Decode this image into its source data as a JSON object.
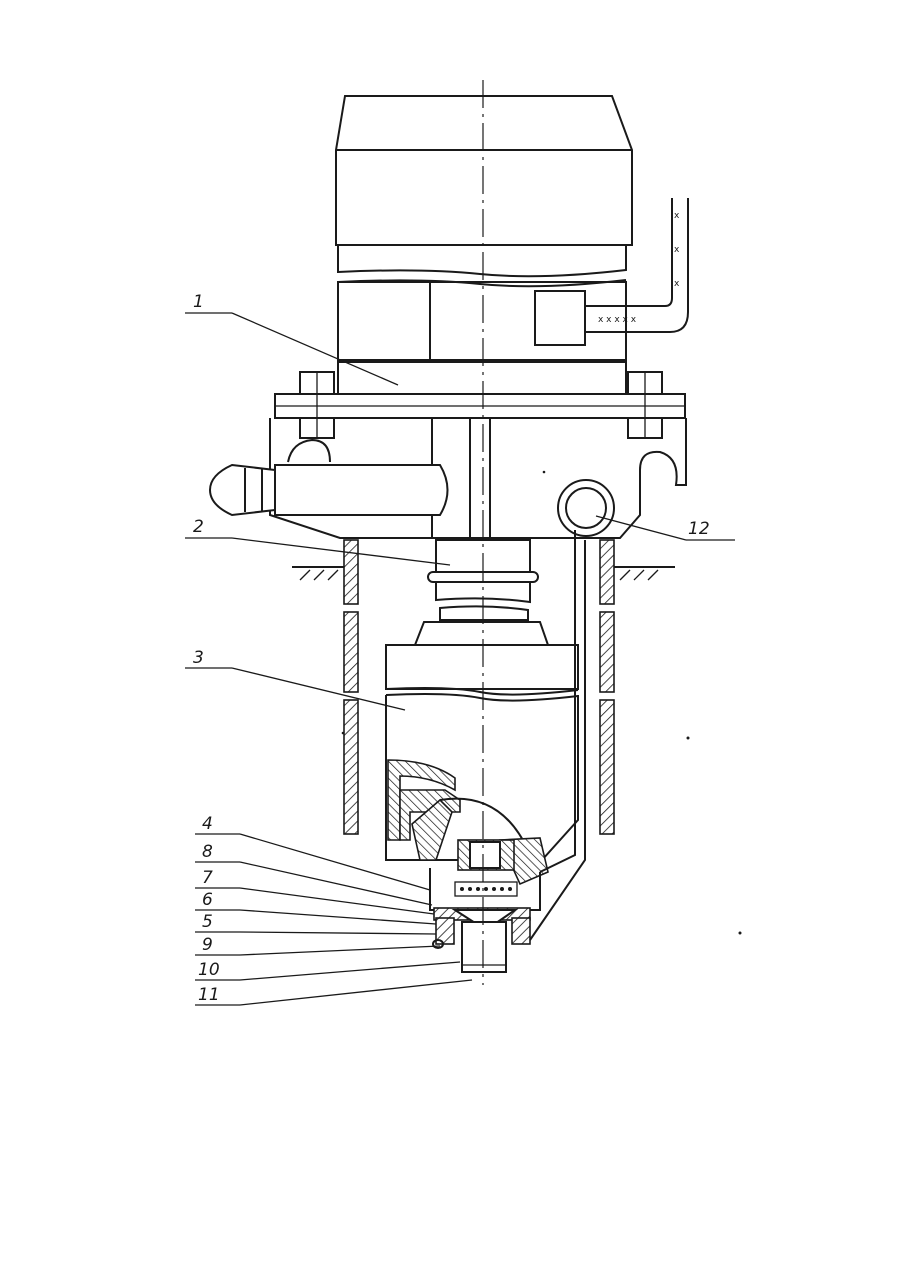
{
  "drawing": {
    "callouts": [
      {
        "id": "1",
        "text": "1"
      },
      {
        "id": "2",
        "text": "2"
      },
      {
        "id": "3",
        "text": "3"
      },
      {
        "id": "4",
        "text": "4"
      },
      {
        "id": "8",
        "text": "8"
      },
      {
        "id": "7",
        "text": "7"
      },
      {
        "id": "6",
        "text": "6"
      },
      {
        "id": "5",
        "text": "5"
      },
      {
        "id": "9",
        "text": "9"
      },
      {
        "id": "10",
        "text": "10"
      },
      {
        "id": "11",
        "text": "11"
      },
      {
        "id": "12",
        "text": "12"
      }
    ],
    "line_color": "#1a1a1a",
    "background_color": "#ffffff"
  }
}
